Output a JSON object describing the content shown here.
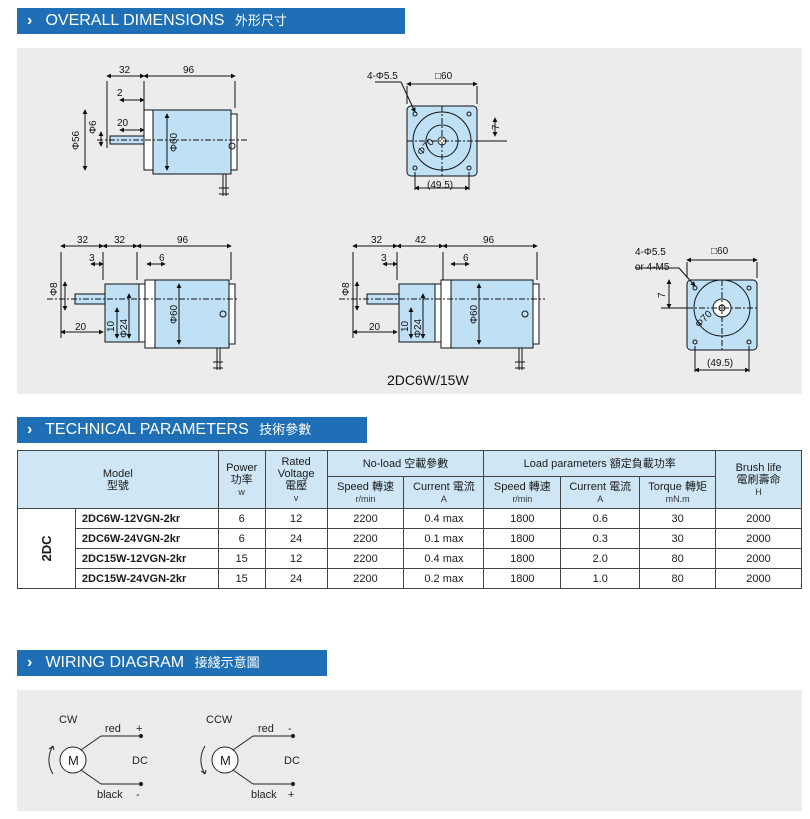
{
  "sections": {
    "dimensions": {
      "title": "OVERALL DIMENSIONS",
      "title_cn": "外形尺寸"
    },
    "technical": {
      "title": "TECHNICAL PARAMETERS",
      "title_cn": "技術參數"
    },
    "wiring": {
      "title": "WIRING DIAGRAM",
      "title_cn": "接綫示意圖"
    }
  },
  "drawings": {
    "top_side": {
      "d_top1": "32",
      "d_top2": "96",
      "d_small": "2",
      "d_shaft": "20",
      "phi56": "Φ56",
      "phi6": "Φ6",
      "phi60": "Φ60"
    },
    "top_front": {
      "holes": "4-Φ5.5",
      "square": "□60",
      "seven": "7",
      "phi70": "Φ70",
      "pitch": "(49.5)"
    },
    "gear1": {
      "d1": "32",
      "d2": "32",
      "d3": "96",
      "d4": "3",
      "d5": "6",
      "phi8": "Φ8",
      "d20": "20",
      "d10": "10",
      "phi24": "Φ24",
      "phi60": "Φ60"
    },
    "gear2": {
      "d1": "32",
      "d2": "42",
      "d3": "96",
      "d4": "3",
      "d5": "6",
      "phi8": "Φ8",
      "d20": "20",
      "d10": "10",
      "phi24": "Φ24",
      "phi60": "Φ60"
    },
    "gear_front": {
      "holes": "4-Φ5.5",
      "holes2": "or 4-M5",
      "square": "□60",
      "seven": "7",
      "phi70": "Φ70",
      "pitch": "(49.5)"
    },
    "caption": "2DC6W/15W"
  },
  "table": {
    "headers": {
      "model": "Model",
      "model_cn": "型號",
      "power": "Power",
      "power_cn": "功率",
      "power_unit": "w",
      "voltage": "Rated Voltage",
      "voltage_cn": "電壓",
      "voltage_unit": "v",
      "noload": "No-load 空載參數",
      "load": "Load parameters 額定負載功率",
      "brush": "Brush life",
      "brush_cn": "電刷壽命",
      "brush_unit": "H",
      "speed1": "Speed 轉速",
      "speed1_unit": "r/min",
      "current1": "Current 電流",
      "current1_unit": "A",
      "speed2": "Speed 轉速",
      "speed2_unit": "r/min",
      "current2": "Current 電流",
      "current2_unit": "A",
      "torque": "Torque 轉矩",
      "torque_unit": "mN.m"
    },
    "series": "2DC",
    "rows": [
      {
        "model": "2DC6W-12VGN-2kr",
        "power": "6",
        "voltage": "12",
        "nl_speed": "2200",
        "nl_current": "0.4 max",
        "l_speed": "1800",
        "l_current": "0.6",
        "torque": "30",
        "brush": "2000"
      },
      {
        "model": "2DC6W-24VGN-2kr",
        "power": "6",
        "voltage": "24",
        "nl_speed": "2200",
        "nl_current": "0.1 max",
        "l_speed": "1800",
        "l_current": "0.3",
        "torque": "30",
        "brush": "2000"
      },
      {
        "model": "2DC15W-12VGN-2kr",
        "power": "15",
        "voltage": "12",
        "nl_speed": "2200",
        "nl_current": "0.4 max",
        "l_speed": "1800",
        "l_current": "2.0",
        "torque": "80",
        "brush": "2000"
      },
      {
        "model": "2DC15W-24VGN-2kr",
        "power": "15",
        "voltage": "24",
        "nl_speed": "2200",
        "nl_current": "0.2 max",
        "l_speed": "1800",
        "l_current": "1.0",
        "torque": "80",
        "brush": "2000"
      }
    ]
  },
  "wiring": {
    "cw": {
      "direction": "CW",
      "top": "red",
      "top_sign": "+",
      "mid": "DC",
      "bottom": "black",
      "bottom_sign": "-",
      "motor": "M"
    },
    "ccw": {
      "direction": "CCW",
      "top": "red",
      "top_sign": "-",
      "mid": "DC",
      "bottom": "black",
      "bottom_sign": "+",
      "motor": "M"
    }
  },
  "colors": {
    "header_bar": "#1e6fb5",
    "panel_bg": "#ececec",
    "motor_fill": "#bfe0f5",
    "table_head": "#cfe6f6"
  }
}
